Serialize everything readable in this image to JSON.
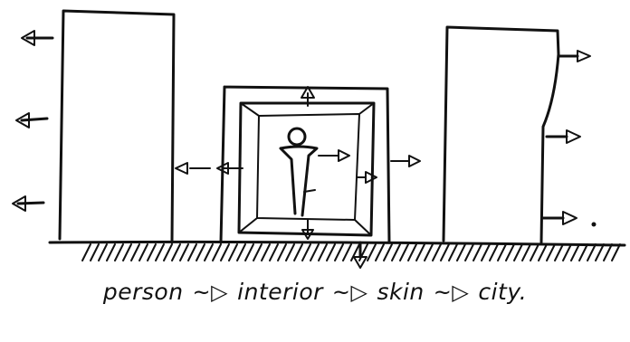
{
  "diagram": {
    "labels": [
      "person",
      "interior",
      "skin",
      "city."
    ],
    "connector": "~▷"
  }
}
